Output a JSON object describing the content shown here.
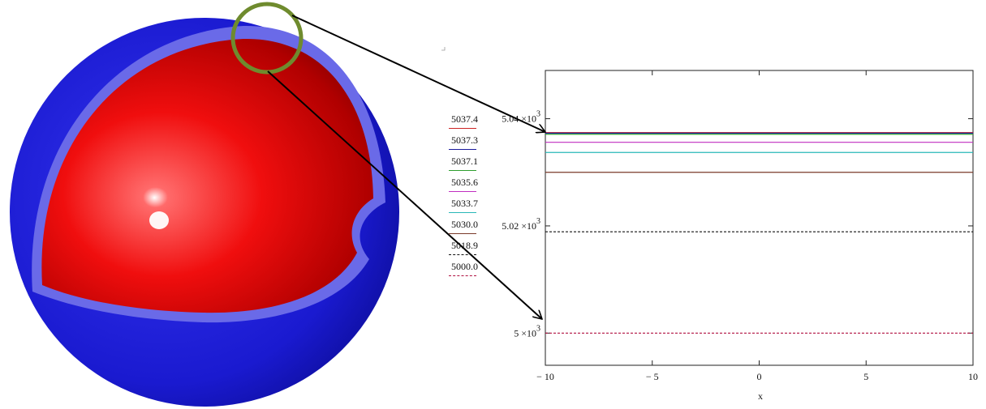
{
  "chart_data": {
    "type": "line",
    "xlabel": "x",
    "x_range": [
      -10,
      10
    ],
    "ylim": [
      4994,
      5049
    ],
    "x_ticks": [
      {
        "value": -10,
        "label": "− 10"
      },
      {
        "value": -5,
        "label": "− 5"
      },
      {
        "value": 0,
        "label": "0"
      },
      {
        "value": 5,
        "label": "5"
      },
      {
        "value": 10,
        "label": "10"
      }
    ],
    "y_ticks": [
      {
        "value": 5040,
        "mantissa": "5.04",
        "times": "×10",
        "exp": "3"
      },
      {
        "value": 5020,
        "mantissa": "5.02",
        "times": "×10",
        "exp": "3"
      },
      {
        "value": 5000,
        "mantissa": "5",
        "times": "×10",
        "exp": "3"
      }
    ],
    "series": [
      {
        "name": "5037.4",
        "values": [
          5037.4,
          5037.4
        ],
        "color": "#cc2222",
        "dash": "solid"
      },
      {
        "name": "5037.3",
        "values": [
          5037.3,
          5037.3
        ],
        "color": "#1a1a9c",
        "dash": "solid"
      },
      {
        "name": "5037.1",
        "values": [
          5037.1,
          5037.1
        ],
        "color": "#2e9e2e",
        "dash": "solid"
      },
      {
        "name": "5035.6",
        "values": [
          5035.6,
          5035.6
        ],
        "color": "#c02ec0",
        "dash": "solid"
      },
      {
        "name": "5033.7",
        "values": [
          5033.7,
          5033.7
        ],
        "color": "#28b8b8",
        "dash": "solid"
      },
      {
        "name": "5030.0",
        "values": [
          5030.0,
          5030.0
        ],
        "color": "#7a3a2a",
        "dash": "solid"
      },
      {
        "name": "5018.9",
        "values": [
          5018.9,
          5018.9
        ],
        "color": "#111111",
        "dash": "dashed"
      },
      {
        "name": "5000.0",
        "values": [
          5000.0,
          5000.0
        ],
        "color": "#b01040",
        "dash": "dashed"
      }
    ]
  },
  "colors": {
    "outer_shell": "#1c1cc8",
    "inner_sphere": "#e01010",
    "highlight_circle": "#6f8b2e",
    "arrows": "#000000"
  }
}
